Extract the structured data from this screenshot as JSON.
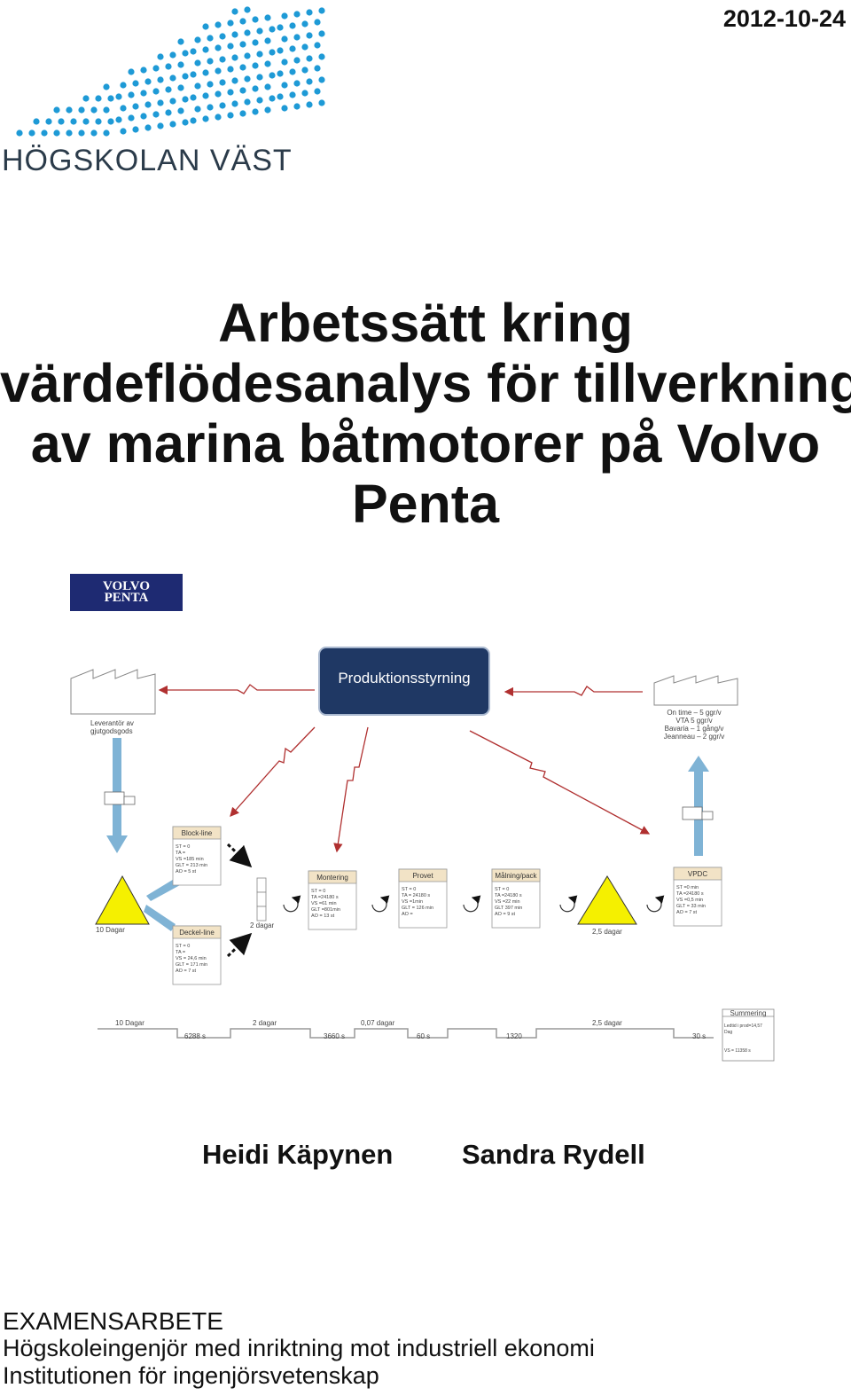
{
  "date": "2012-10-24",
  "institution": {
    "logo_text": "HÖGSKOLAN VÄST"
  },
  "title_lines": [
    "Arbetssätt kring",
    "värdeflödesanalys för tillverkning",
    "av marina båtmotorer på Volvo",
    "Penta"
  ],
  "volvo_logo": {
    "line1": "VOLVO",
    "line2": "PENTA",
    "color": "#1e2a72"
  },
  "vsm": {
    "control_box": "Produktionsstyrning",
    "supplier_label_1": "Leverantör av",
    "supplier_label_2": "gjutgodsgods",
    "customer_notes": [
      "On time – 5 ggr/v",
      "VTA 5 ggr/v",
      "Bavaria – 1 gång/v",
      "Jeanneau – 2 ggr/v"
    ],
    "inventory": {
      "start": "10 Dagar",
      "mid": "2 dagar",
      "end": "2,5 dagar"
    },
    "processes": {
      "block": {
        "name": "Block-line",
        "lines": [
          "ST = 0",
          "TA =",
          "VS =185 min",
          "GLT = 213 min",
          "AO = 5 st"
        ]
      },
      "deckel": {
        "name": "Deckel-line",
        "lines": [
          "ST = 0",
          "TA =",
          "VS = 24,6 min",
          "GLT = 171 min",
          "AO = 7 st"
        ]
      },
      "montering": {
        "name": "Montering",
        "lines": [
          "ST = 0",
          "TA =24180 s",
          "VS =61 min",
          "GLT =801min",
          "AO = 13 st"
        ]
      },
      "provet": {
        "name": "Provet",
        "lines": [
          "ST = 0",
          "TA = 24180 s",
          "VS =1min",
          "GLT = 126 min",
          "AO ="
        ]
      },
      "malning": {
        "name": "Målning/pack",
        "lines": [
          "ST = 0",
          "TA =24180 s",
          "VS =22 min",
          "GLT 397 min",
          "AO = 9 st"
        ]
      },
      "vpdc": {
        "name": "VPDC",
        "lines": [
          "ST =0 min",
          "TA =24180 s",
          "VS =0,5 min",
          "GLT = 33 min",
          "AO = 7 st"
        ]
      }
    },
    "timeline": {
      "upper": [
        "10 Dagar",
        "2 dagar",
        "0,07 dagar",
        "",
        "2,5 dagar"
      ],
      "lower": [
        "6288 s",
        "3660 s",
        "60 s",
        "1320",
        "30 s"
      ],
      "summary_title": "Summering",
      "summary_line1": "Ledtid i prod=14,57",
      "summary_line2": "Dag",
      "summary_line3": "VS = 11358 s"
    }
  },
  "authors": [
    "Heidi Käpynen",
    "Sandra Rydell"
  ],
  "footer": {
    "type": "EXAMENSARBETE",
    "program": "Högskoleingenjör med inriktning mot industriell ekonomi",
    "department": "Institutionen för ingenjörsvetenskap"
  },
  "colors": {
    "logo_dots": "#1e9ad6",
    "control_box": "#1f3864",
    "arrow_red": "#b03030",
    "inventory_yellow": "#f5f000",
    "arrow_blue": "#7fb3d5"
  }
}
